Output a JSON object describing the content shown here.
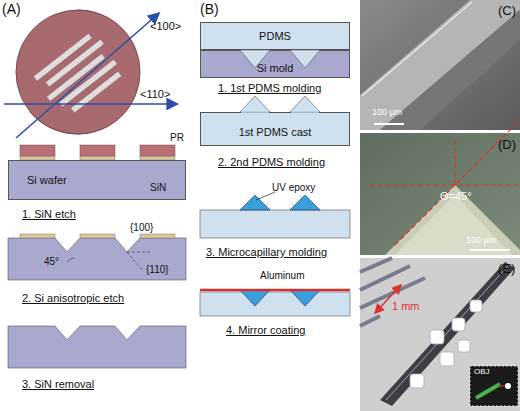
{
  "diagram": {
    "nodes": [
      {
        "text": [
          "Si wafer"
        ]
      },
      {
        "text": [
          "PDMS"
        ]
      },
      {
        "text": [
          "Si mold"
        ]
      },
      {
        "text": [
          "1st PDMS cast"
        ]
      }
    ],
    "labels": [
      "(A)",
      "<100>",
      "<110>",
      "PR",
      "SiN",
      "1. SiN etch",
      "{100}",
      "{110}",
      "45°",
      "2. Si anisotropic etch",
      "3. SiN removal",
      "(B)",
      "1. 1st PDMS molding",
      "2. 2nd PDMS molding",
      "UV epoxy",
      "3. Microcapillary molding",
      "Aluminum",
      "4. Mirror coating",
      "(C)",
      "100 μm",
      "(D)",
      "Θ=45°",
      "100 μm",
      "(E)",
      "1 mm",
      "OBJ"
    ]
  }
}
